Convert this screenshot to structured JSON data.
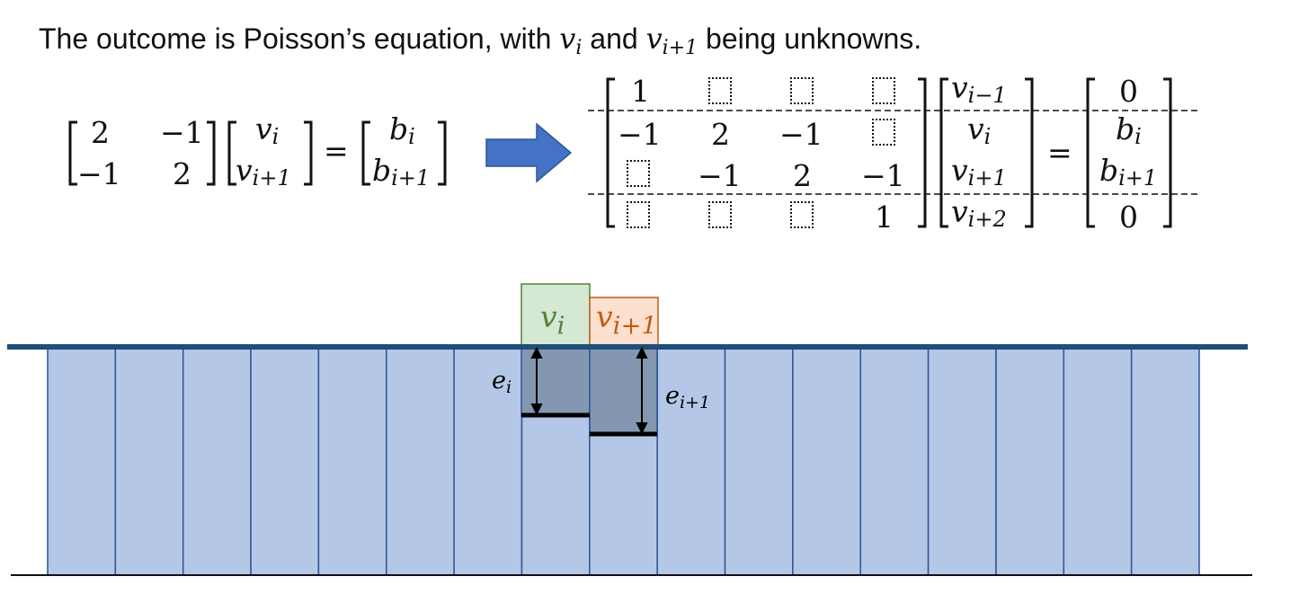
{
  "headline": {
    "prefix": "The outcome is Poisson’s equation, with ",
    "var1": "v",
    "var1_sub": "i",
    "middle": " and ",
    "var2": "v",
    "var2_sub": "i+1",
    "suffix": " being unknowns."
  },
  "small_system": {
    "matrix": [
      [
        "2",
        "−1"
      ],
      [
        "−1",
        "2"
      ]
    ],
    "unknowns": [
      {
        "base": "v",
        "sub": "i"
      },
      {
        "base": "v",
        "sub": "i+1"
      }
    ],
    "equals": "=",
    "rhs": [
      {
        "base": "b",
        "sub": "i"
      },
      {
        "base": "b",
        "sub": "i+1"
      }
    ]
  },
  "large_system": {
    "matrix": [
      [
        "1",
        "",
        "",
        ""
      ],
      [
        "−1",
        "2",
        "−1",
        ""
      ],
      [
        "",
        "−1",
        "2",
        "−1"
      ],
      [
        "",
        "",
        "",
        "1"
      ]
    ],
    "unknowns": [
      {
        "base": "v",
        "sub": "i−1"
      },
      {
        "base": "v",
        "sub": "i"
      },
      {
        "base": "v",
        "sub": "i+1"
      },
      {
        "base": "v",
        "sub": "i+2"
      }
    ],
    "equals": "=",
    "rhs": [
      {
        "base": "0",
        "sub": ""
      },
      {
        "base": "b",
        "sub": "i"
      },
      {
        "base": "b",
        "sub": "i+1"
      },
      {
        "base": "0",
        "sub": ""
      }
    ]
  },
  "diagram": {
    "column_count": 17,
    "labels": {
      "vi": {
        "base": "v",
        "sub": "i"
      },
      "vi1": {
        "base": "v",
        "sub": "i+1"
      },
      "ei": {
        "base": "e",
        "sub": "i"
      },
      "ei1": {
        "base": "e",
        "sub": "i+1"
      }
    },
    "colors": {
      "cell_fill": "#b4c7e7",
      "cell_stroke": "#2f5597",
      "surface_line": "#1f4e79",
      "highlight_fill": "#8497b0",
      "vi_fill": "#d5e8d4",
      "vi_stroke": "#548235",
      "vi_text": "#548235",
      "vi1_fill": "#fbe0cf",
      "vi1_stroke": "#c55a11",
      "vi1_text": "#c55a11"
    }
  }
}
